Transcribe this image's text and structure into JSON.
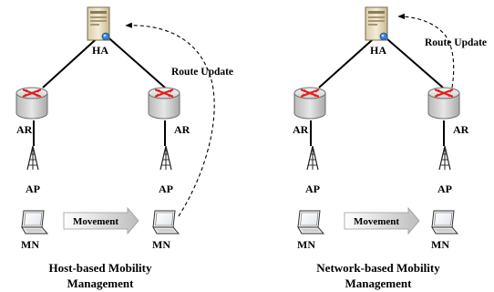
{
  "diagrams": [
    {
      "ha_label": "HA",
      "route_update_label": "Route Update",
      "ar_left_label": "AR",
      "ar_right_label": "AR",
      "ap_left_label": "AP",
      "ap_right_label": "AP",
      "mn_left_label": "MN",
      "mn_right_label": "MN",
      "movement_label": "Movement",
      "caption_line1": "Host-based Mobility",
      "caption_line2": "Management"
    },
    {
      "ha_label": "HA",
      "route_update_label": "Route Update",
      "ar_left_label": "AR",
      "ar_right_label": "AR",
      "ap_left_label": "AP",
      "ap_right_label": "AP",
      "mn_left_label": "MN",
      "mn_right_label": "MN",
      "movement_label": "Movement",
      "caption_line1": "Network-based Mobility",
      "caption_line2": "Management"
    }
  ]
}
